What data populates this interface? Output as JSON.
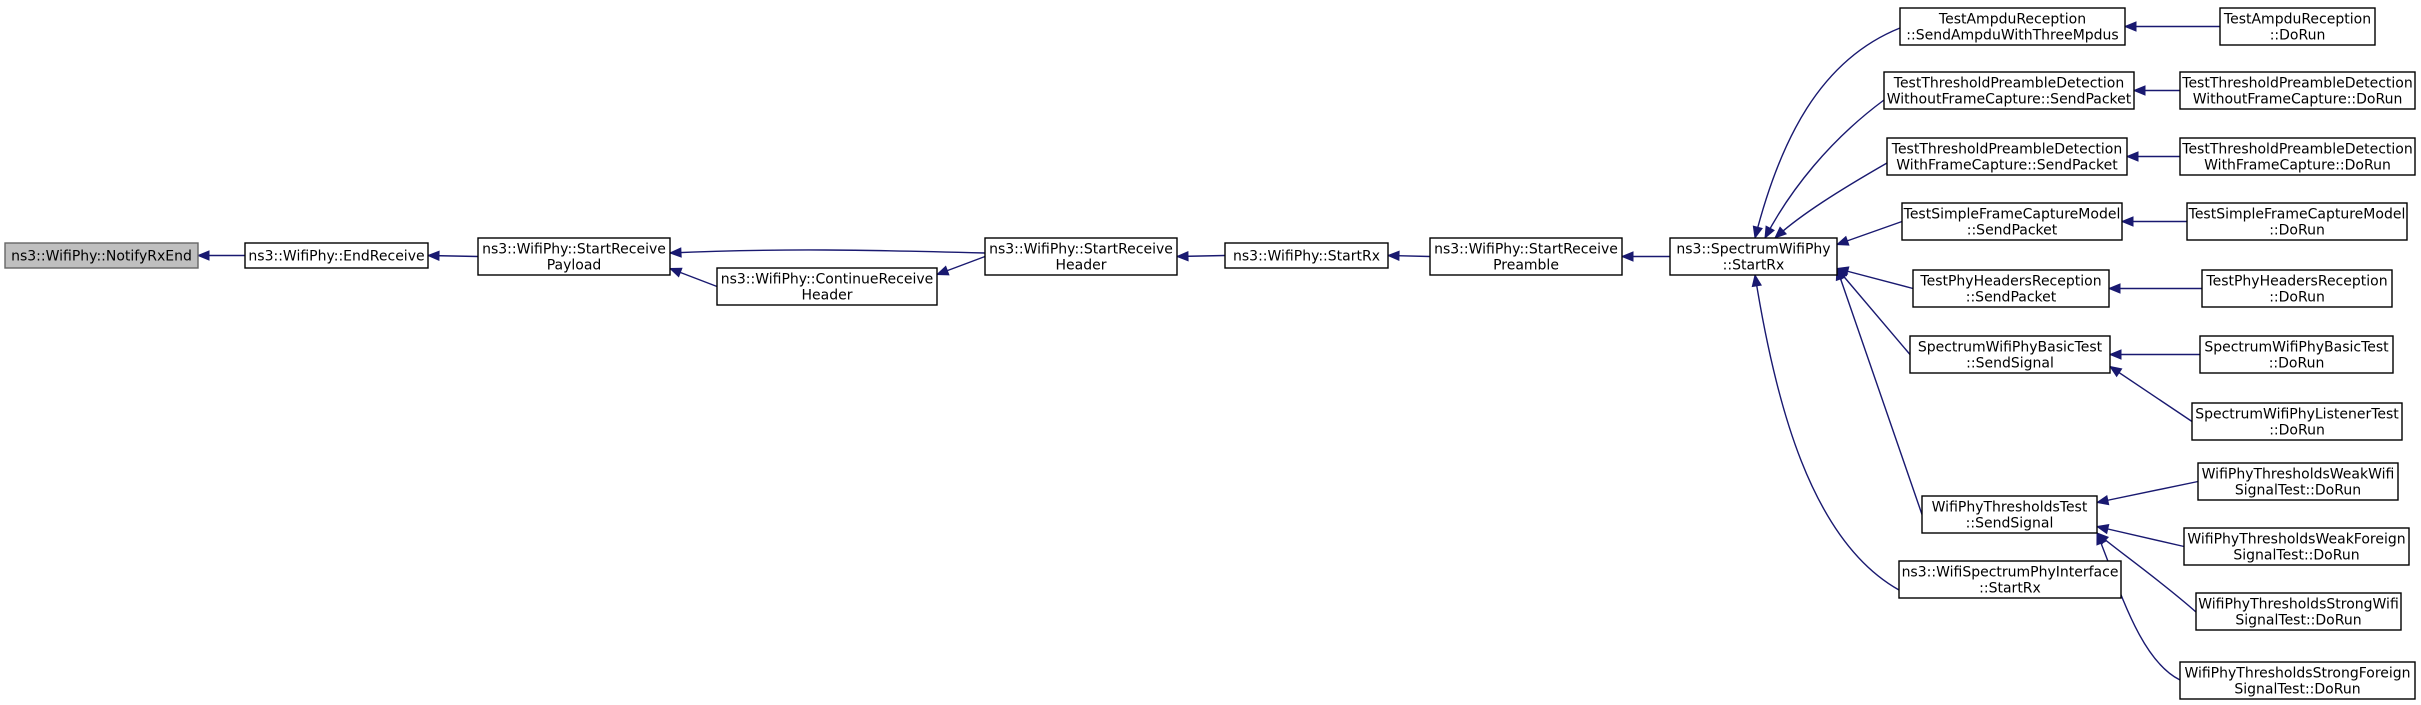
{
  "colors": {
    "edge": "#191970",
    "node_border": "#000000",
    "node_fill": "#ffffff",
    "root_fill": "#bfbfbf",
    "root_border": "#666666"
  },
  "nodes": [
    {
      "id": "notify_rx_end",
      "lines": [
        "ns3::WifiPhy::NotifyRxEnd"
      ],
      "root": true
    },
    {
      "id": "end_receive",
      "lines": [
        "ns3::WifiPhy::EndReceive"
      ]
    },
    {
      "id": "start_receive_payload",
      "lines": [
        "ns3::WifiPhy::StartReceive",
        "Payload"
      ]
    },
    {
      "id": "continue_receive_header",
      "lines": [
        "ns3::WifiPhy::ContinueReceive",
        "Header"
      ]
    },
    {
      "id": "start_receive_header",
      "lines": [
        "ns3::WifiPhy::StartReceive",
        "Header"
      ]
    },
    {
      "id": "start_rx",
      "lines": [
        "ns3::WifiPhy::StartRx"
      ]
    },
    {
      "id": "start_receive_preamble",
      "lines": [
        "ns3::WifiPhy::StartReceive",
        "Preamble"
      ]
    },
    {
      "id": "spectrum_start_rx",
      "lines": [
        "ns3::SpectrumWifiPhy",
        "::StartRx"
      ]
    },
    {
      "id": "ampdu_send",
      "lines": [
        "TestAmpduReception",
        "::SendAmpduWithThreeMpdus"
      ]
    },
    {
      "id": "tpd_wo_send",
      "lines": [
        "TestThresholdPreambleDetection",
        "WithoutFrameCapture::SendPacket"
      ]
    },
    {
      "id": "tpd_w_send",
      "lines": [
        "TestThresholdPreambleDetection",
        "WithFrameCapture::SendPacket"
      ]
    },
    {
      "id": "sfcm_send",
      "lines": [
        "TestSimpleFrameCaptureModel",
        "::SendPacket"
      ]
    },
    {
      "id": "phr_send",
      "lines": [
        "TestPhyHeadersReception",
        "::SendPacket"
      ]
    },
    {
      "id": "swpb_send",
      "lines": [
        "SpectrumWifiPhyBasicTest",
        "::SendSignal"
      ]
    },
    {
      "id": "wpt_send",
      "lines": [
        "WifiPhyThresholdsTest",
        "::SendSignal"
      ]
    },
    {
      "id": "wspi_start_rx",
      "lines": [
        "ns3::WifiSpectrumPhyInterface",
        "::StartRx"
      ]
    },
    {
      "id": "ampdu_run",
      "lines": [
        "TestAmpduReception",
        "::DoRun"
      ]
    },
    {
      "id": "tpd_wo_run",
      "lines": [
        "TestThresholdPreambleDetection",
        "WithoutFrameCapture::DoRun"
      ]
    },
    {
      "id": "tpd_w_run",
      "lines": [
        "TestThresholdPreambleDetection",
        "WithFrameCapture::DoRun"
      ]
    },
    {
      "id": "sfcm_run",
      "lines": [
        "TestSimpleFrameCaptureModel",
        "::DoRun"
      ]
    },
    {
      "id": "phr_run",
      "lines": [
        "TestPhyHeadersReception",
        "::DoRun"
      ]
    },
    {
      "id": "swpb_run",
      "lines": [
        "SpectrumWifiPhyBasicTest",
        "::DoRun"
      ]
    },
    {
      "id": "swpl_run",
      "lines": [
        "SpectrumWifiPhyListenerTest",
        "::DoRun"
      ]
    },
    {
      "id": "wptww_run",
      "lines": [
        "WifiPhyThresholdsWeakWifi",
        "SignalTest::DoRun"
      ]
    },
    {
      "id": "wptwf_run",
      "lines": [
        "WifiPhyThresholdsWeakForeign",
        "SignalTest::DoRun"
      ]
    },
    {
      "id": "wptsw_run",
      "lines": [
        "WifiPhyThresholdsStrongWifi",
        "SignalTest::DoRun"
      ]
    },
    {
      "id": "wptsf_run",
      "lines": [
        "WifiPhyThresholdsStrongForeign",
        "SignalTest::DoRun"
      ]
    }
  ],
  "edges": [
    {
      "from": "end_receive",
      "to": "notify_rx_end"
    },
    {
      "from": "start_receive_payload",
      "to": "end_receive"
    },
    {
      "from": "start_receive_header",
      "to": "start_receive_payload"
    },
    {
      "from": "continue_receive_header",
      "to": "start_receive_payload"
    },
    {
      "from": "start_receive_header",
      "to": "continue_receive_header"
    },
    {
      "from": "start_rx",
      "to": "start_receive_header"
    },
    {
      "from": "start_receive_preamble",
      "to": "start_rx"
    },
    {
      "from": "spectrum_start_rx",
      "to": "start_receive_preamble"
    },
    {
      "from": "ampdu_send",
      "to": "spectrum_start_rx"
    },
    {
      "from": "tpd_wo_send",
      "to": "spectrum_start_rx"
    },
    {
      "from": "tpd_w_send",
      "to": "spectrum_start_rx"
    },
    {
      "from": "sfcm_send",
      "to": "spectrum_start_rx"
    },
    {
      "from": "phr_send",
      "to": "spectrum_start_rx"
    },
    {
      "from": "swpb_send",
      "to": "spectrum_start_rx"
    },
    {
      "from": "wpt_send",
      "to": "spectrum_start_rx"
    },
    {
      "from": "wspi_start_rx",
      "to": "spectrum_start_rx"
    },
    {
      "from": "ampdu_run",
      "to": "ampdu_send"
    },
    {
      "from": "tpd_wo_run",
      "to": "tpd_wo_send"
    },
    {
      "from": "tpd_w_run",
      "to": "tpd_w_send"
    },
    {
      "from": "sfcm_run",
      "to": "sfcm_send"
    },
    {
      "from": "phr_run",
      "to": "phr_send"
    },
    {
      "from": "swpb_run",
      "to": "swpb_send"
    },
    {
      "from": "swpl_run",
      "to": "swpb_send"
    },
    {
      "from": "wptww_run",
      "to": "wpt_send"
    },
    {
      "from": "wptwf_run",
      "to": "wpt_send"
    },
    {
      "from": "wptsw_run",
      "to": "wpt_send"
    },
    {
      "from": "wptsf_run",
      "to": "wpt_send"
    }
  ]
}
